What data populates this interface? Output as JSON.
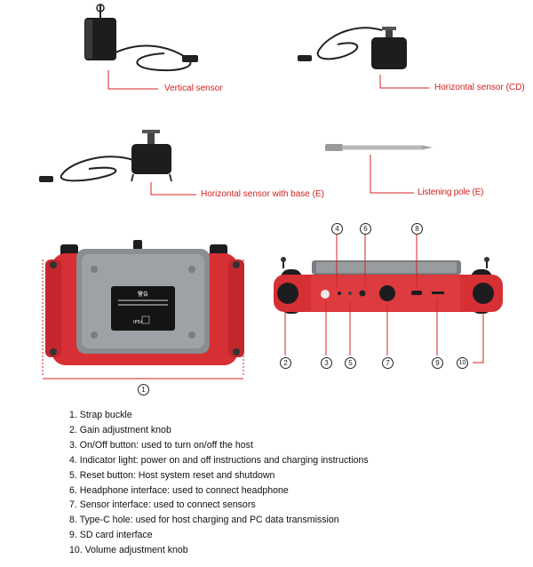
{
  "callouts": {
    "vertical": "Vertical sensor",
    "horizontal_cd": "Horizontal sensor  (CD)",
    "horizontal_base": "Horizontal sensor with base (E)",
    "listening_pole": "Listening pole (E)"
  },
  "device_label": {
    "warning": "警告",
    "ip": "IP54"
  },
  "markers": {
    "m1": "1",
    "m2": "2",
    "m3": "3",
    "m4": "4",
    "m5": "5",
    "m6": "6",
    "m7": "7",
    "m8": "8",
    "m9": "9",
    "m10": "10"
  },
  "legend": [
    "1. Strap buckle",
    "2. Gain adjustment knob",
    "3. On/Off button: used to turn on/off the host",
    "4. Indicator light: power on and off instructions and charging instructions",
    "5. Reset button: Host system reset and shutdown",
    "6. Headphone interface: used to connect headphone",
    "7. Sensor interface: used to connect sensors",
    "8. Type-C hole: used for host charging and PC data transmission",
    "9. SD card interface",
    "10. Volume adjustment knob"
  ],
  "colors": {
    "callout": "#d42020",
    "device_red": "#d62f34",
    "device_gray": "#8a8d91",
    "sensor_black": "#1d1d1f"
  }
}
